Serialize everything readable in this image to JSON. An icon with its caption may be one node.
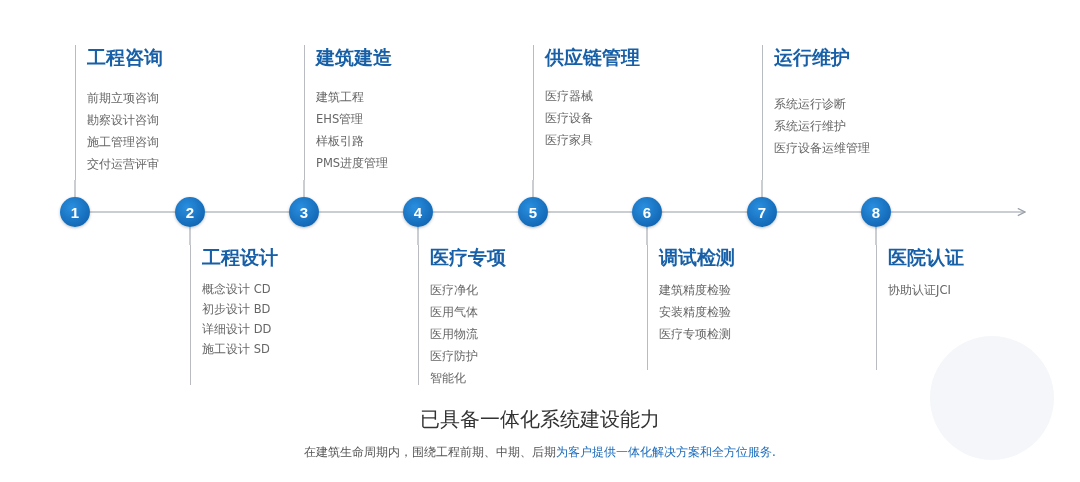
{
  "diagram": {
    "title": "已具备一体化系统建设能力",
    "caption": "在建筑生命周期内，围绕工程前期、中期、后期**为客户提供一体化解决方案和全方位服务.**",
    "nodes": [
      {
        "text": [
          "1"
        ]
      },
      {
        "text": [
          "2"
        ]
      },
      {
        "text": [
          "3"
        ]
      },
      {
        "text": [
          "4"
        ]
      },
      {
        "text": [
          "5"
        ]
      },
      {
        "text": [
          "6"
        ]
      },
      {
        "text": [
          "7"
        ]
      },
      {
        "text": [
          "8"
        ]
      },
      {
        "text": [
          "工程咨询",
          "前期立项咨询",
          "勘察设计咨询",
          "施工管理咨询",
          "交付运营评审"
        ]
      },
      {
        "text": [
          "工程设计",
          "概念设计 CD",
          "初步设计 BD",
          "详细设计 DD",
          "施工设计 SD"
        ]
      },
      {
        "text": [
          "建筑建造",
          "建筑工程",
          "EHS管理",
          "样板引路",
          "PMS进度管理"
        ]
      },
      {
        "text": [
          "医疗专项",
          "医疗净化",
          "医用气体",
          "医用物流",
          "医疗防护",
          "智能化"
        ]
      },
      {
        "text": [
          "供应链管理",
          "医疗器械",
          "医疗设备",
          "医疗家具"
        ]
      },
      {
        "text": [
          "调试检测",
          "建筑精度检验",
          "安装精度检验",
          "医疗专项检测"
        ]
      },
      {
        "text": [
          "运行维护",
          "系统运行诊断",
          "系统运行维护",
          "医疗设备运维管理"
        ]
      },
      {
        "text": [
          "医院认证",
          "协助认证JCI"
        ]
      }
    ],
    "edges": [
      {
        "from": 0,
        "to": 1,
        "arrow": "none"
      },
      {
        "from": 1,
        "to": 2,
        "arrow": "none"
      },
      {
        "from": 2,
        "to": 3,
        "arrow": "none"
      },
      {
        "from": 3,
        "to": 4,
        "arrow": "none"
      },
      {
        "from": 4,
        "to": 5,
        "arrow": "none"
      },
      {
        "from": 5,
        "to": 6,
        "arrow": "none"
      },
      {
        "from": 6,
        "to": 7,
        "arrow": "none"
      },
      {
        "from": 7,
        "to": null,
        "arrow": "to"
      },
      {
        "from": 0,
        "to": 8,
        "arrow": "none"
      },
      {
        "from": 1,
        "to": 9,
        "arrow": "none"
      },
      {
        "from": 2,
        "to": 10,
        "arrow": "none"
      },
      {
        "from": 3,
        "to": 11,
        "arrow": "none"
      },
      {
        "from": 4,
        "to": 12,
        "arrow": "none"
      },
      {
        "from": 5,
        "to": 13,
        "arrow": "none"
      },
      {
        "from": 6,
        "to": 14,
        "arrow": "none"
      },
      {
        "from": 7,
        "to": 15,
        "arrow": "none"
      }
    ]
  }
}
